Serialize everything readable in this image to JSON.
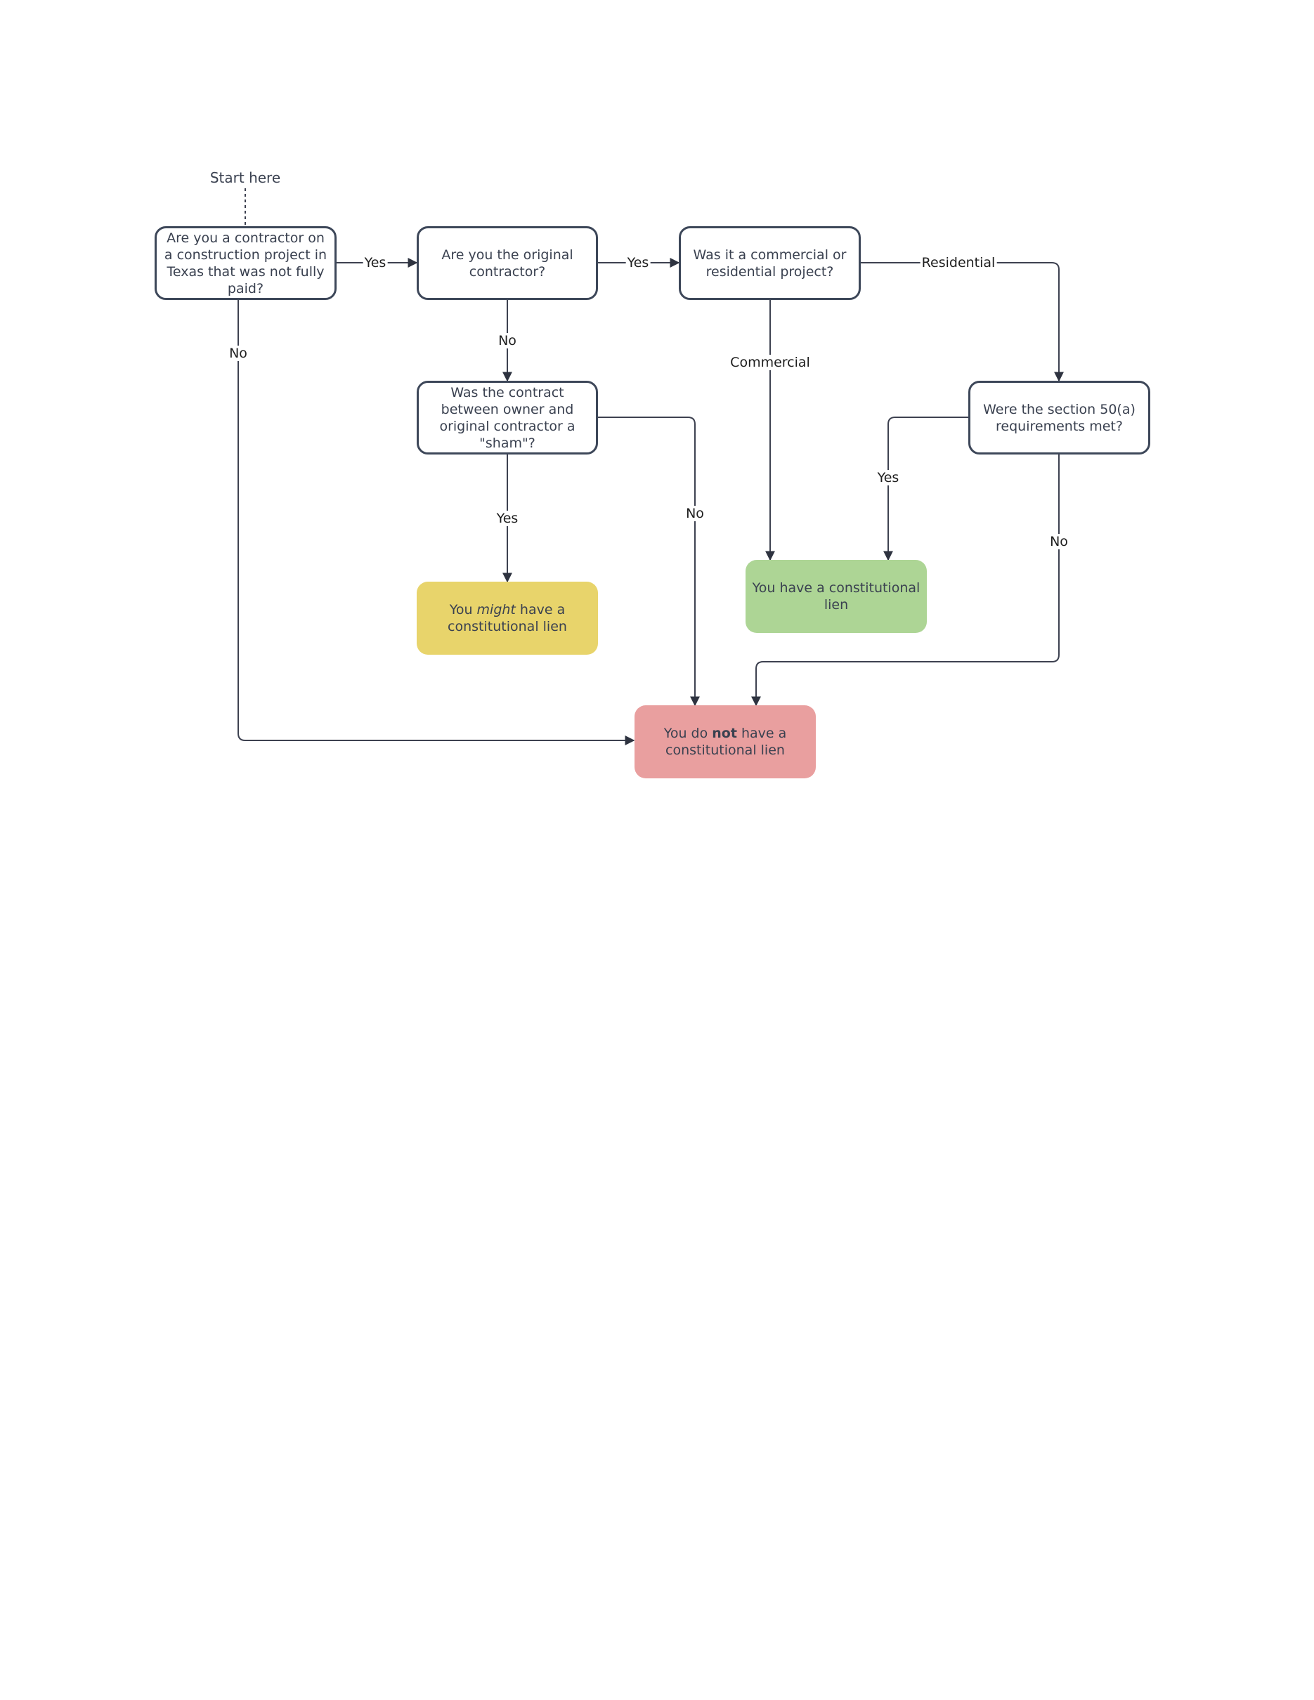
{
  "start_label": "Start here",
  "nodes": {
    "q1": "Are you a contractor on a construction project in Texas that was not fully paid?",
    "q2": "Are you the original contractor?",
    "q3": "Was it a commercial or residential project?",
    "q4": "Was the contract between owner and original contractor a \"sham\"?",
    "q5": "Were the section 50(a) requirements met?",
    "r_might_prefix": "You ",
    "r_might_em": "might",
    "r_might_suffix": " have a constitutional lien",
    "r_have": "You have a constitutional lien",
    "r_no_prefix": "You do ",
    "r_no_em": "not",
    "r_no_suffix": " have a constitutional lien"
  },
  "edge_labels": {
    "q1_yes": "Yes",
    "q1_no": "No",
    "q2_yes": "Yes",
    "q2_no": "No",
    "q3_residential": "Residential",
    "q3_commercial": "Commercial",
    "q4_yes": "Yes",
    "q4_no": "No",
    "q5_yes": "Yes",
    "q5_no": "No"
  },
  "colors": {
    "question_border": "#3d4759",
    "might_fill": "#e8d46b",
    "have_fill": "#add595",
    "no_fill": "#e99f9f"
  }
}
